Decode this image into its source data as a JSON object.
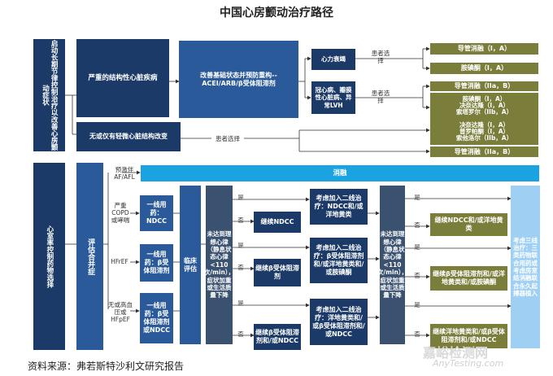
{
  "title": "中国心房颤动治疗路径",
  "source": "资料来源：弗若斯特沙利文研究报告",
  "watermark": "嘉峪检测网",
  "watermark_url": "AnyTesting.com",
  "sections": {
    "upstream": "启动长期节律控制治疗以改善心房颤动症状",
    "rate": "心室率控制药物选择"
  },
  "upper": {
    "structural": "严重的结构性心脏疾病",
    "acei": "改善基础状态并预防重构--ACEI/ARB/β受体阻滞剂",
    "hf": "心力衰竭",
    "chd": "冠心病、瓣膜性心脏病、异常LVH",
    "mild": "无或仅有轻微心脏结构改变",
    "choice1": "患者选择",
    "choice2": "患者选择",
    "choice3": "患者选择",
    "out_hf": [
      "导管消融（I，A）",
      "胺碘酮（I，A）"
    ],
    "out_chd": [
      "导管消融（IIa，B）",
      "胺碘酮（I，A）\n决奈达隆（I，A）\n索塔罗尔（IIb，A）"
    ],
    "out_mild": [
      "决奈达隆（I，A）\n普罗帕酮（I，A）\n索他洛尔（IIb，A）",
      "导管消融（IIa，B）"
    ]
  },
  "lower": {
    "assess": "评估合并症",
    "preexcite": "预激伴AF/AFL",
    "copd": "严重COPD或哮喘",
    "hfref": "HFrEF",
    "hfpef": "无或高血压或HFpEF",
    "ablation": "消融",
    "first1": "一线用药：NDCC",
    "first2": "一线用药：β受体阻滞剂",
    "first3": "一线用药：β受体阻滞剂或NDCC",
    "clinical": "临床评估",
    "target1": "未达到理想心律（静息状态心律<110次/min），症状加重或生活质量下降",
    "target2": "未达到理想心律（静息状态心律<110次/min），症状加重或生活质量下降",
    "yes": "是",
    "no": "否",
    "cont1": "继续NDCC",
    "cont2": "继续β受体阻滞剂",
    "cont3": "继续β受体阻滞剂和/或NDCC",
    "add1": "考虑加入二线治疗：NDCC和/或洋地黄类",
    "add2": "考虑加入二线治疗：β受体阻滞剂和/或洋地黄类和/或胺碘酮",
    "add3": "考虑加入二线治疗：洋地黄类和/或β受体阻滞剂和/或NDCC",
    "res1": "继续NDCC和/或洋地黄类",
    "res2": "继续β受体阻滞剂和/或洋地黄类和/或胺碘酮",
    "res3": "继续洋地黄类和/或β受体阻滞剂和/或NDCC",
    "third": "考虑三线治疗：三类药物联合用药或考虑房室结消融联合永久起搏器植入"
  }
}
